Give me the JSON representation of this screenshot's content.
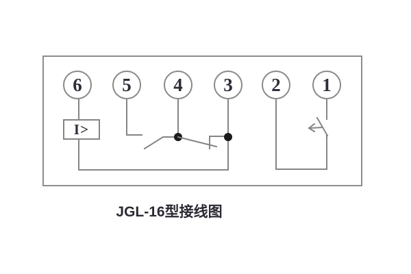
{
  "diagram": {
    "caption": "JGL-16型接线图",
    "terminals": [
      {
        "id": "terminal-6",
        "label": "6"
      },
      {
        "id": "terminal-5",
        "label": "5"
      },
      {
        "id": "terminal-4",
        "label": "4"
      },
      {
        "id": "terminal-3",
        "label": "3"
      },
      {
        "id": "terminal-2",
        "label": "2"
      },
      {
        "id": "terminal-1",
        "label": "1"
      }
    ],
    "overcurrent_element_label": "I>",
    "colors": {
      "wire": "#858585",
      "junction_dot": "#1b1b1b",
      "terminal_text": "#2e2e3a",
      "caption_text": "#2a2a32",
      "background": "#ffffff"
    }
  }
}
